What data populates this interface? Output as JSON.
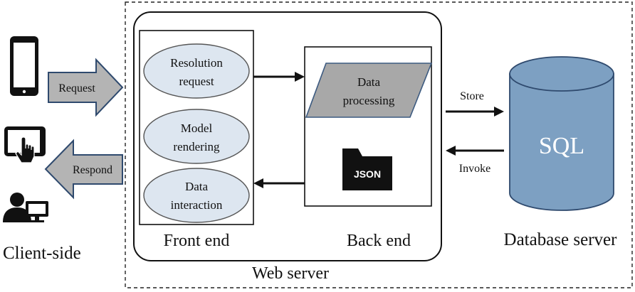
{
  "client": {
    "label": "Client-side",
    "icons": [
      "smartphone-icon",
      "tablet-touch-icon",
      "user-computer-icon"
    ],
    "request_label": "Request",
    "respond_label": "Respond"
  },
  "web_server": {
    "label": "Web server",
    "front_end": {
      "label": "Front end",
      "modules": [
        {
          "line1": "Resolution",
          "line2": "request"
        },
        {
          "line1": "Model",
          "line2": "rendering"
        },
        {
          "line1": "Data",
          "line2": "interaction"
        }
      ]
    },
    "back_end": {
      "label": "Back end",
      "processing": {
        "line1": "Data",
        "line2": "processing"
      },
      "json_label": "JSON"
    }
  },
  "database": {
    "label": "Database server",
    "sql_label": "SQL",
    "store_label": "Store",
    "invoke_label": "Invoke"
  },
  "colors": {
    "ellipse_fill": "#dde6f0",
    "ellipse_stroke": "#555555",
    "arrow_fill": "#b4b4b4",
    "arrow_stroke": "#2f4a6e",
    "parallelogram_fill": "#a8a8a8",
    "parallelogram_stroke": "#3c5a80",
    "cylinder_fill": "#7da0c2",
    "cylinder_stroke": "#2f4a6e",
    "sql_text": "#ffffff",
    "json_fill": "#111111"
  }
}
